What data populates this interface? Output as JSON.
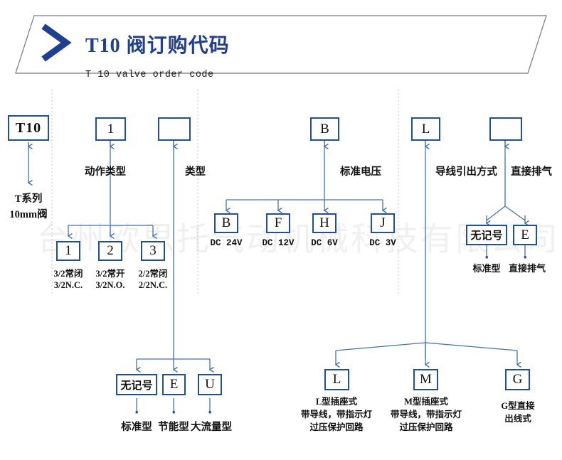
{
  "header": {
    "title_cn": "T10 阀订购代码",
    "title_en": "T 10 valve order code",
    "chevron_icon": "chevron-right-icon",
    "accent_color": "#1F3F93"
  },
  "watermark": {
    "text": "台州欧思托气动机械科技有限公司"
  },
  "theme": {
    "box_border": "#1F4E9C",
    "connector": "#4472A8",
    "text": "#111111"
  },
  "diagram": {
    "title_code": "T10",
    "columns": [
      {
        "id": "series",
        "code": "T10",
        "branch_label": "",
        "leaf_desc": [
          "T系列",
          "10mm阀"
        ],
        "options": []
      },
      {
        "id": "action-type",
        "code": "1",
        "branch_label": "动作类型",
        "options": [
          {
            "code": "1",
            "desc_cn": "3/2常闭",
            "desc_en": "3/2N.C."
          },
          {
            "code": "2",
            "desc_cn": "3/2常开",
            "desc_en": "3/2N.O."
          },
          {
            "code": "3",
            "desc_cn": "2/2常闭",
            "desc_en": "2/2N.C."
          }
        ]
      },
      {
        "id": "type",
        "code": "",
        "branch_label": "类型",
        "options": [
          {
            "code": "无记号",
            "desc_cn": "标准型"
          },
          {
            "code": "E",
            "desc_cn": "节能型"
          },
          {
            "code": "U",
            "desc_cn": "大流量型"
          }
        ]
      },
      {
        "id": "standard-voltage",
        "code": "B",
        "branch_label": "标准电压",
        "options": [
          {
            "code": "B",
            "desc_en": "DC 24V"
          },
          {
            "code": "F",
            "desc_en": "DC 12V"
          },
          {
            "code": "H",
            "desc_en": "DC 6V"
          },
          {
            "code": "J",
            "desc_en": "DC 3V"
          }
        ]
      },
      {
        "id": "lead-out",
        "code": "L",
        "branch_label": "导线引出方式",
        "options": [
          {
            "code": "L",
            "desc_lines": [
              "L型插座式",
              "带导线，带指示灯",
              "过压保护回路"
            ]
          },
          {
            "code": "M",
            "desc_lines": [
              "M型插座式",
              "带导线，带指示灯",
              "过压保护回路"
            ]
          },
          {
            "code": "G",
            "desc_lines": [
              "G型直接",
              "出线式"
            ]
          }
        ]
      },
      {
        "id": "direct-exhaust",
        "code": "",
        "branch_label": "直接排气",
        "options": [
          {
            "code": "无记号",
            "desc_cn": "标准型"
          },
          {
            "code": "E",
            "desc_cn": "直接排气"
          }
        ]
      }
    ]
  }
}
